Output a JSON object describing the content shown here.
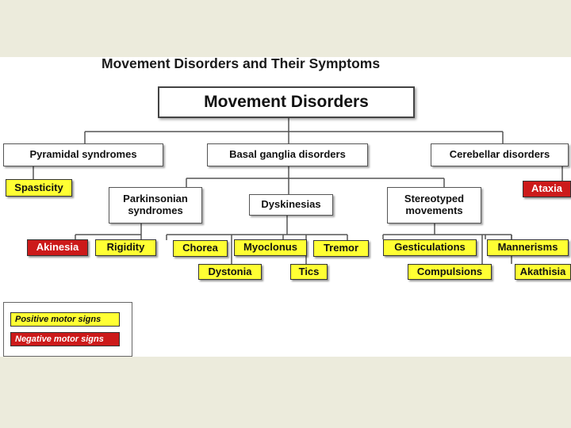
{
  "title": "Movement Disorders and Their Symptoms",
  "root": "Movement Disorders",
  "categories": {
    "pyramidal": "Pyramidal syndromes",
    "basal": "Basal ganglia disorders",
    "cerebellar": "Cerebellar disorders"
  },
  "subcategories": {
    "parkinsonian": "Parkinsonian syndromes",
    "dyskinesias": "Dyskinesias",
    "stereotyped": "Stereotyped movements"
  },
  "symptoms": {
    "spasticity": "Spasticity",
    "ataxia": "Ataxia",
    "akinesia": "Akinesia",
    "rigidity": "Rigidity",
    "chorea": "Chorea",
    "myoclonus": "Myoclonus",
    "tremor": "Tremor",
    "dystonia": "Dystonia",
    "tics": "Tics",
    "gesticulations": "Gesticulations",
    "mannerisms": "Mannerisms",
    "compulsions": "Compulsions",
    "akathisia": "Akathisia"
  },
  "legend": {
    "positive": "Positive motor signs",
    "negative": "Negative motor signs"
  },
  "colors": {
    "positive": "#ffff33",
    "negative": "#cc1a1a",
    "line": "#555555"
  }
}
